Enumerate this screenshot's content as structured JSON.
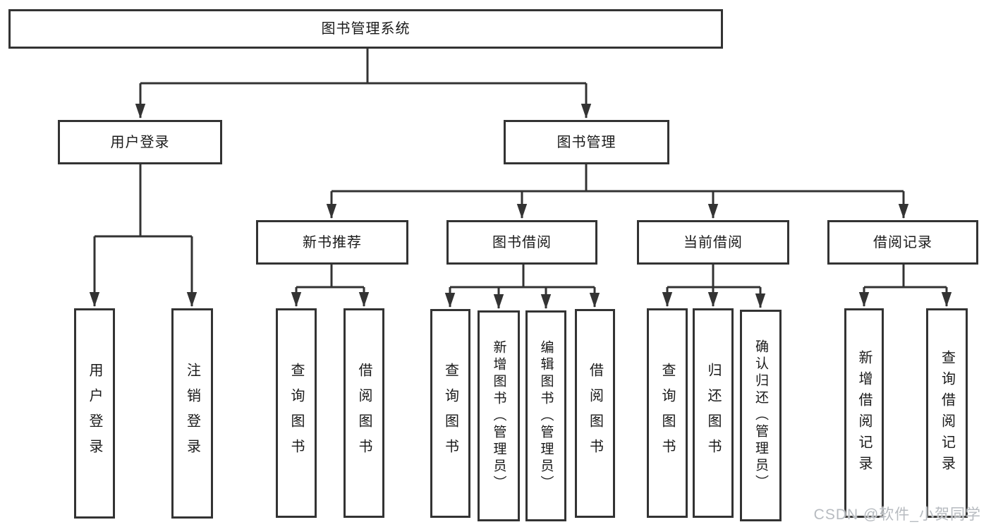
{
  "diagram": {
    "type": "tree",
    "title": "图书管理系统",
    "colors": {
      "line": "#333333",
      "box_border": "#333333",
      "box_fill": "#ffffff",
      "text": "#1a1a1a",
      "background": "#ffffff",
      "watermark": "#b7bbc0"
    },
    "root": {
      "label": "图书管理系统",
      "children": [
        {
          "label": "用户登录",
          "children": [
            {
              "label": "用户登录"
            },
            {
              "label": "注销登录"
            }
          ]
        },
        {
          "label": "图书管理",
          "children": [
            {
              "label": "新书推荐",
              "children": [
                {
                  "label": "查询图书"
                },
                {
                  "label": "借阅图书"
                }
              ]
            },
            {
              "label": "图书借阅",
              "children": [
                {
                  "label": "查询图书"
                },
                {
                  "label": "新增图书（管理员）"
                },
                {
                  "label": "编辑图书（管理员）"
                },
                {
                  "label": "借阅图书"
                }
              ]
            },
            {
              "label": "当前借阅",
              "children": [
                {
                  "label": "查询图书"
                },
                {
                  "label": "归还图书"
                },
                {
                  "label": "确认归还（管理员）"
                }
              ]
            },
            {
              "label": "借阅记录",
              "children": [
                {
                  "label": "新增借阅记录"
                },
                {
                  "label": "查询借阅记录"
                }
              ]
            }
          ]
        }
      ]
    }
  },
  "watermark": {
    "text": "CSDN @软件_小贺同学"
  }
}
